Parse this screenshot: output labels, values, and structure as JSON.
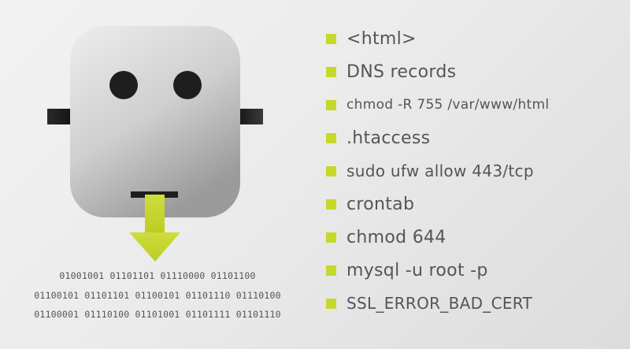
{
  "colors": {
    "accent": "#c6d82a",
    "text": "#555555",
    "robot_dark": "#1e1e1e",
    "robot_light": "#e9e9e9",
    "robot_mid": "#a9a9a9"
  },
  "robot": {
    "icon": "robot-head-icon",
    "arrow_icon": "arrow-down-icon"
  },
  "binary_lines": [
    "01001001 01101101 01110000 01101100",
    "01100101 01101101 01100101 01101110 01110100",
    "01100001 01110100 01101001 01101111 01101110"
  ],
  "terms": [
    {
      "text": "<html>"
    },
    {
      "text": "DNS records"
    },
    {
      "text": "chmod -R 755 /var/www/html"
    },
    {
      "text": ".htaccess"
    },
    {
      "text": "sudo ufw allow 443/tcp"
    },
    {
      "text": "crontab"
    },
    {
      "text": "chmod 644"
    },
    {
      "text": "mysql -u root -p"
    },
    {
      "text": "SSL_ERROR_BAD_CERT"
    }
  ]
}
